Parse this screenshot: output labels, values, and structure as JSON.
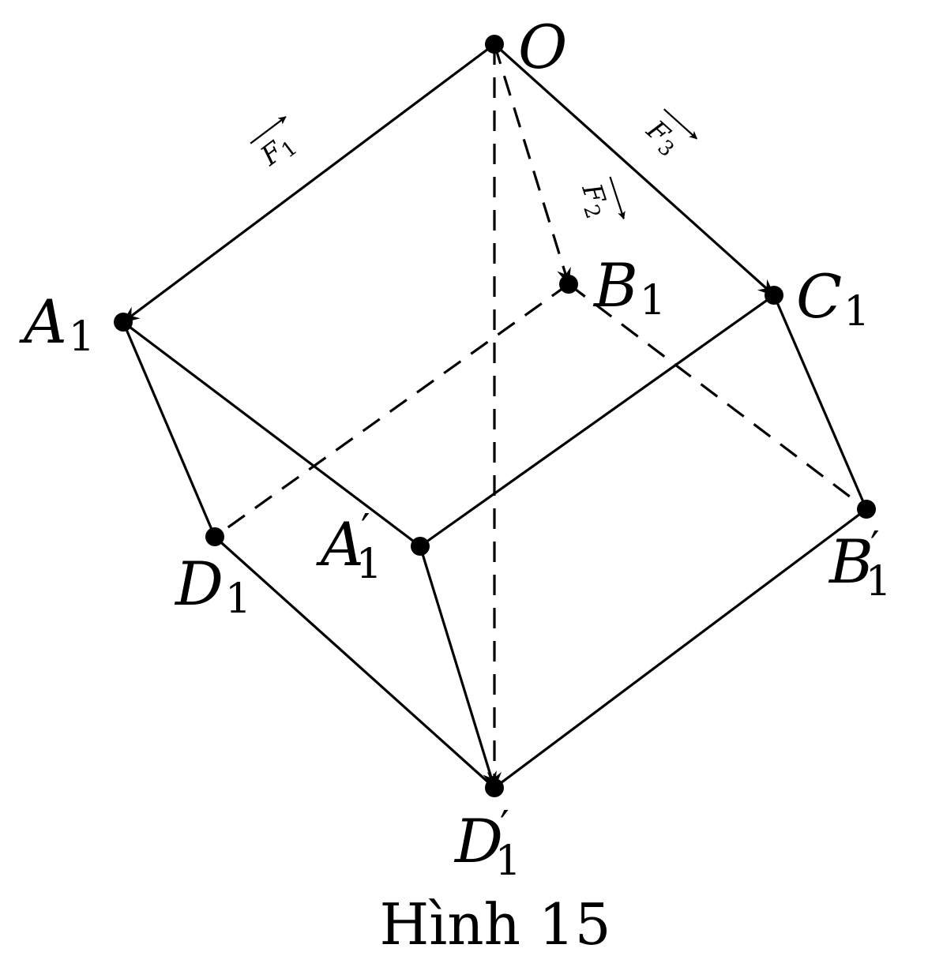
{
  "points": {
    "O": {
      "name": "O",
      "sub": "",
      "prime": ""
    },
    "A1": {
      "name": "A",
      "sub": "1",
      "prime": ""
    },
    "B1": {
      "name": "B",
      "sub": "1",
      "prime": ""
    },
    "C1": {
      "name": "C",
      "sub": "1",
      "prime": ""
    },
    "D1": {
      "name": "D",
      "sub": "1",
      "prime": ""
    },
    "A1p": {
      "name": "A",
      "sub": "1",
      "prime": "′"
    },
    "B1p": {
      "name": "B",
      "sub": "1",
      "prime": "′"
    },
    "D1p": {
      "name": "D",
      "sub": "1",
      "prime": "′"
    }
  },
  "vectors": {
    "F1": {
      "name": "F",
      "sub": "1"
    },
    "F2": {
      "name": "F",
      "sub": "2"
    },
    "F3": {
      "name": "F",
      "sub": "3"
    }
  },
  "caption": "Hình 15",
  "colors": {
    "stroke": "#000000",
    "background": "#ffffff"
  }
}
